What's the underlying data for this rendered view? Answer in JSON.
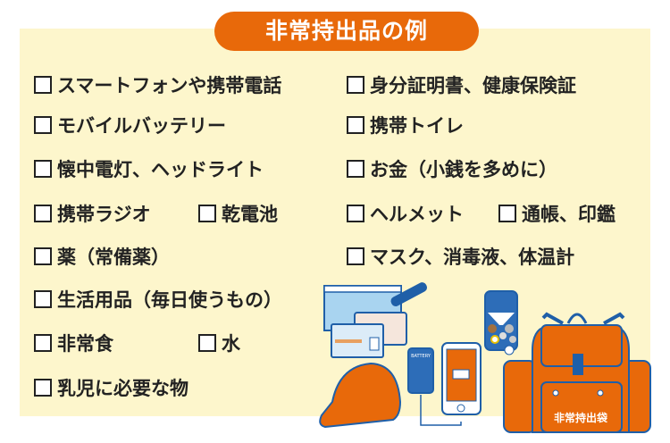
{
  "title": "非常持出品の例",
  "left_items": [
    {
      "label": "スマートフォンや携帯電話"
    },
    {
      "label": "モバイルバッテリー"
    },
    {
      "label": "懐中電灯、ヘッドライト"
    },
    {
      "label": "携帯ラジオ"
    },
    {
      "label": "薬（常備薬）"
    },
    {
      "label": "生活用品（毎日使うもの）"
    },
    {
      "label": "非常食"
    },
    {
      "label": "乳児に必要な物"
    }
  ],
  "left_extra": [
    {
      "label": "乾電池"
    },
    {
      "label": "水"
    }
  ],
  "right_items": [
    {
      "label": "身分証明書、健康保険証"
    },
    {
      "label": "携帯トイレ"
    },
    {
      "label": "お金（小銭を多めに）"
    },
    {
      "label": "ヘルメット"
    },
    {
      "label": "マスク、消毒液、体温計"
    }
  ],
  "right_extra": [
    {
      "label": "通帳、印鑑"
    }
  ],
  "illustration": {
    "bag_label": "非常持出袋",
    "battery_label": "BATTERY"
  },
  "colors": {
    "accent": "#e8690a",
    "blue": "#1f5fa8",
    "panel": "#fdf6cc"
  }
}
